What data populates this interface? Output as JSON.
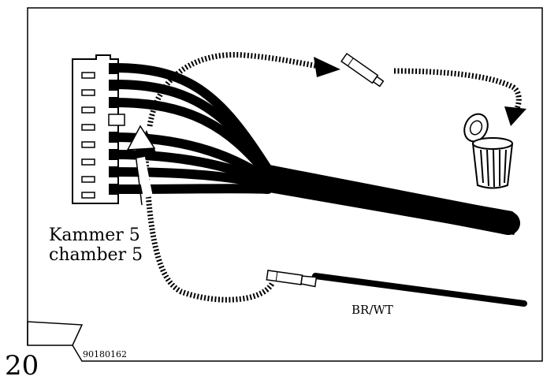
{
  "figure": {
    "page_number": "20",
    "drawing_number": "90180162",
    "chamber_label_de": "Kammer 5",
    "chamber_label_en": "chamber 5",
    "wire_label": "BR/WT"
  },
  "colors": {
    "ink": "#000000",
    "paper": "#ffffff"
  },
  "icons": [
    "connector-housing",
    "terminal-pin",
    "trash-can",
    "cable-bundle"
  ]
}
